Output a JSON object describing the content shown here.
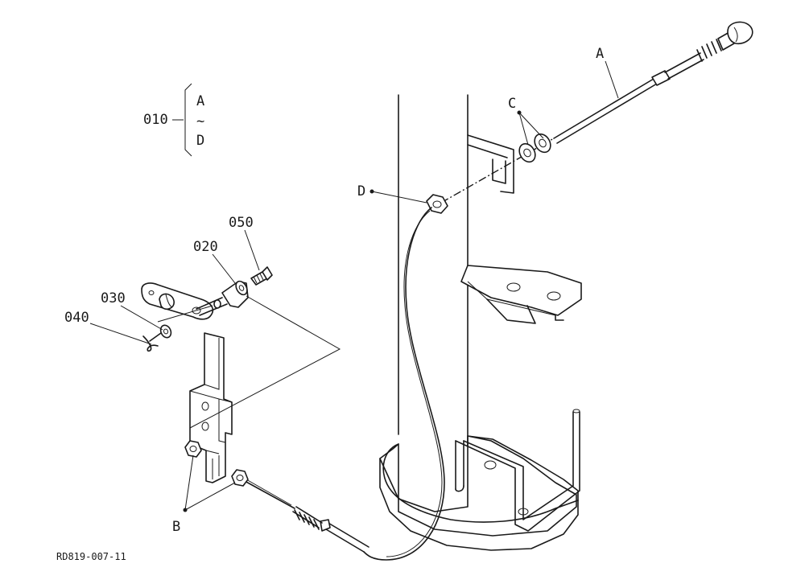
{
  "labels": {
    "A": "A",
    "B": "B",
    "C": "C",
    "D": "D",
    "p010": "010",
    "p020": "020",
    "p030": "030",
    "p040": "040",
    "p050": "050",
    "range_from": "A",
    "range_sep": "~",
    "range_to": "D"
  },
  "caption": "RD819-007-11"
}
